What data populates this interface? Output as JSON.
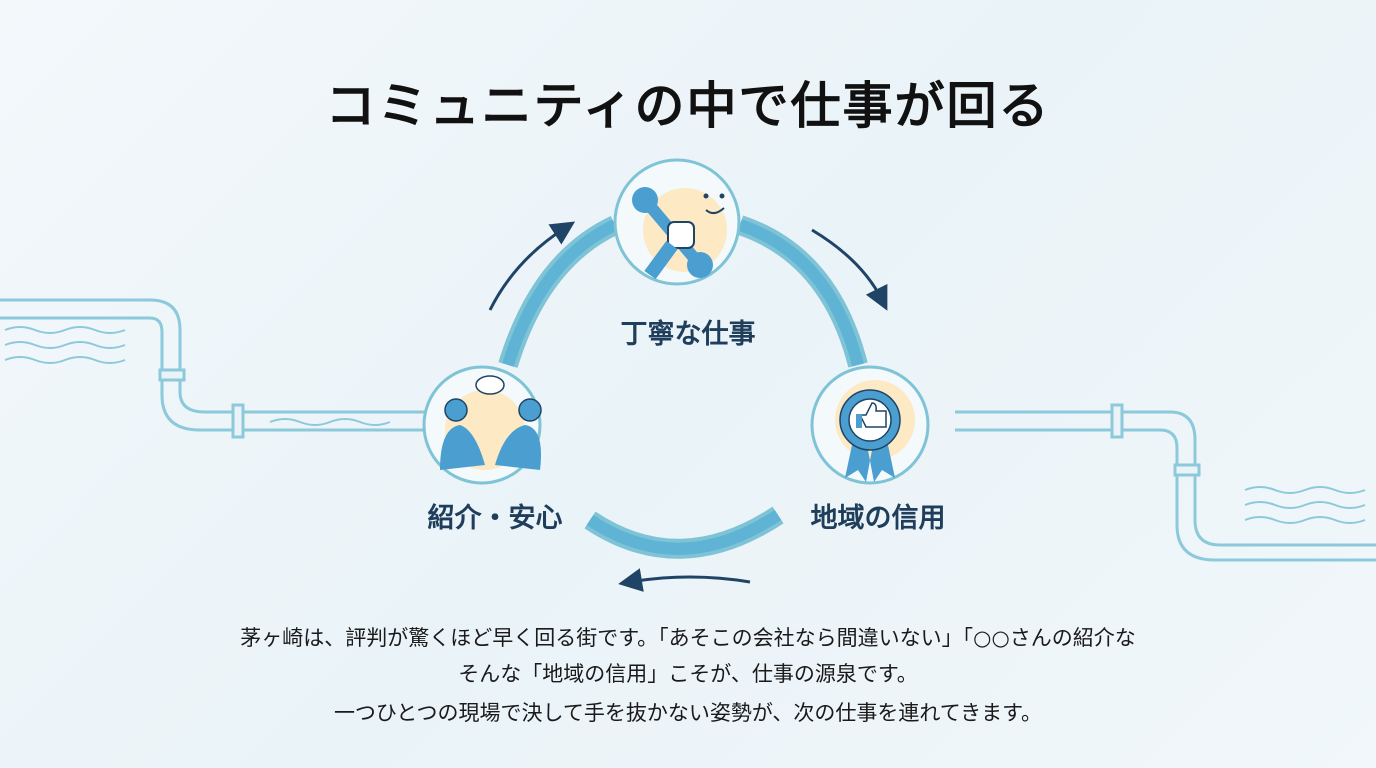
{
  "title": "コミュニティの中で仕事が回る",
  "cycle": [
    {
      "label": "丁寧な仕事",
      "icon": "wrench-hand-icon"
    },
    {
      "label": "地域の信用",
      "icon": "thumbs-up-badge-icon"
    },
    {
      "label": "紹介・安心",
      "icon": "handshake-conversation-icon"
    }
  ],
  "body": [
    "茅ヶ崎は、評判が驚くほど早く回る街です。「あそこの会社なら間違いない」「○○さんの紹介な",
    "そんな「地域の信用」こそが、仕事の源泉です。",
    "一つひとつの現場で決して手を抜かない姿勢が、次の仕事を連れてきます。"
  ],
  "colors": {
    "pipe": "#5fb3d4",
    "pipe_outline": "#7fc3d6",
    "arrow": "#1f4466",
    "accent_bg": "#fde9c4",
    "icon": "#4a9fd0"
  }
}
